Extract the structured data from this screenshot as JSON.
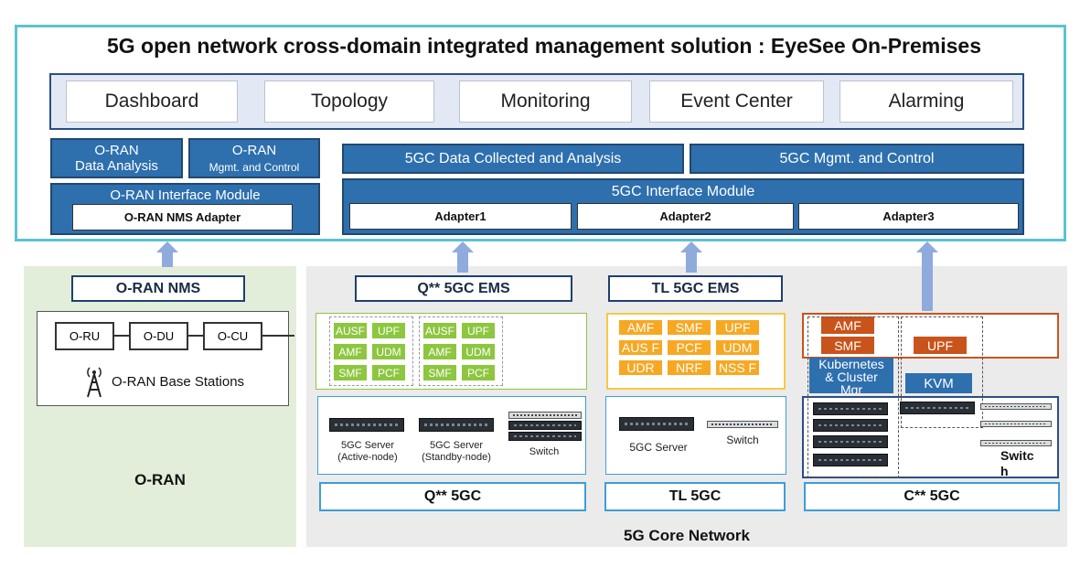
{
  "title": "5G open network cross-domain integrated management solution : EyeSee  On-Premises",
  "ui_modules": [
    "Dashboard",
    "Topology",
    "Monitoring",
    "Event Center",
    "Alarming"
  ],
  "oran": {
    "data_analysis": "O-RAN\nData Analysis",
    "mgmt_line1": "O-RAN",
    "mgmt_line2": "Mgmt. and Control",
    "interface_module": "O-RAN Interface Module",
    "nms_adapter": "O-RAN NMS Adapter",
    "nms": "O-RAN NMS",
    "ru": "O-RU",
    "du": "O-DU",
    "cu": "O-CU",
    "base_stations": "O-RAN Base Stations",
    "label": "O-RAN"
  },
  "core": {
    "data_collected": "5GC Data Collected and Analysis",
    "mgmt_control": "5GC Mgmt. and Control",
    "interface_module": "5GC Interface Module",
    "adapters": [
      "Adapter1",
      "Adapter2",
      "Adapter3"
    ],
    "label": "5G Core Network"
  },
  "q": {
    "ems": "Q** 5GC EMS",
    "nf_left": [
      "AUSF",
      "UPF",
      "AMF",
      "UDM",
      "SMF",
      "PCF"
    ],
    "nf_right": [
      "AUSF",
      "UPF",
      "AMF",
      "UDM",
      "SMF",
      "PCF"
    ],
    "server_active": "5GC Server\n(Active-node)",
    "server_standby": "5GC Server\n(Standby-node)",
    "switch": "Switch",
    "footer": "Q** 5GC"
  },
  "tl": {
    "ems": "TL 5GC EMS",
    "nf": [
      "AMF",
      "SMF",
      "UPF",
      "AUS F",
      "PCF",
      "UDM",
      "UDR",
      "NRF",
      "NSS F"
    ],
    "server": "5GC Server",
    "switch": "Switch",
    "footer": "TL 5GC"
  },
  "c": {
    "amf": "AMF",
    "smf": "SMF",
    "upf": "UPF",
    "k8s": "Kubernetes\n& Cluster\nMgr",
    "kvm": "KVM",
    "switch": "Switc\nh",
    "footer": "C** 5GC"
  },
  "colors": {
    "accent_border": "#5cc3cf",
    "module_blue": "#2e6fae",
    "nf_green": "#8dc63f",
    "nf_yellow": "#f7a823",
    "nf_orange": "#c8541c",
    "arrow": "#8faadc"
  }
}
